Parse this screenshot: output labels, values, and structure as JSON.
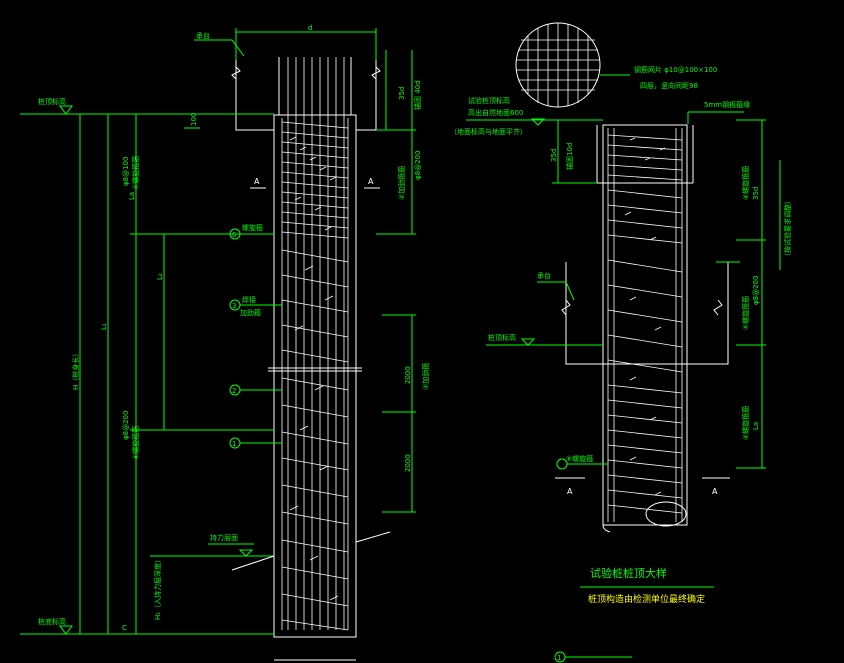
{
  "left": {
    "cap_label": "承台",
    "top_dim": "d",
    "pile_top_label": "桩顶标高",
    "pile_bottom_label": "桩底标高",
    "H_label": "H（桩身长）",
    "L1_label": "L₁",
    "L2_label": "L₂",
    "La_label": "La",
    "spiral_tight": "④螺旋箍筋",
    "spiral_tight_spec": "φ8@100",
    "spiral_loose": "⑤螺旋箍筋",
    "spiral_loose_spec": "φ8@200",
    "stirrup_label": "螺旋箍",
    "hoop_label_1": "焊接",
    "hoop_label_2": "加劲箍",
    "callout_6": "6",
    "callout_3": "3",
    "callout_2": "2",
    "callout_1": "1",
    "bearing_label": "持力层面",
    "bottom_c": "C",
    "bottom_h1": "H₁（入持力层深度）",
    "section_a": "A",
    "anchor_label": "锚固 40d",
    "anchor_dim": "35d",
    "right_rebar": "②加劲箍筋",
    "right_rebar_spec": "φ8@200",
    "hoop_note": "③加劲箍",
    "dim_2000a": "2000",
    "dim_2000b": "2000",
    "dim_100": "100"
  },
  "right": {
    "mesh_label": "钢筋网片 φ10@100×100",
    "mesh_note": "四层，竖向间距98",
    "plate_label": "5mm钢板箍缘",
    "test_top_1": "试验桩顶标高",
    "test_top_2": "高出自然地面600",
    "test_top_3": "（地面标高与地面平齐）",
    "cap_label": "承台",
    "pile_top_label": "桩顶标高",
    "dim_35d": "35d",
    "anchor": "锚固10d",
    "spiral_top": "④螺旋箍筋",
    "spiral_mid": "⑤螺旋箍筋",
    "spiral_bot": "④螺旋箍筋",
    "spec_mid": "φ8@200",
    "height_note": "（按试验要求调整）",
    "La": "La",
    "stirrup_label": "⑥螺旋箍",
    "section_a": "A",
    "title": "试验桩桩顶大样",
    "subtitle": "桩顶构造由检测单位最终确定",
    "bottom_callout": "1"
  }
}
